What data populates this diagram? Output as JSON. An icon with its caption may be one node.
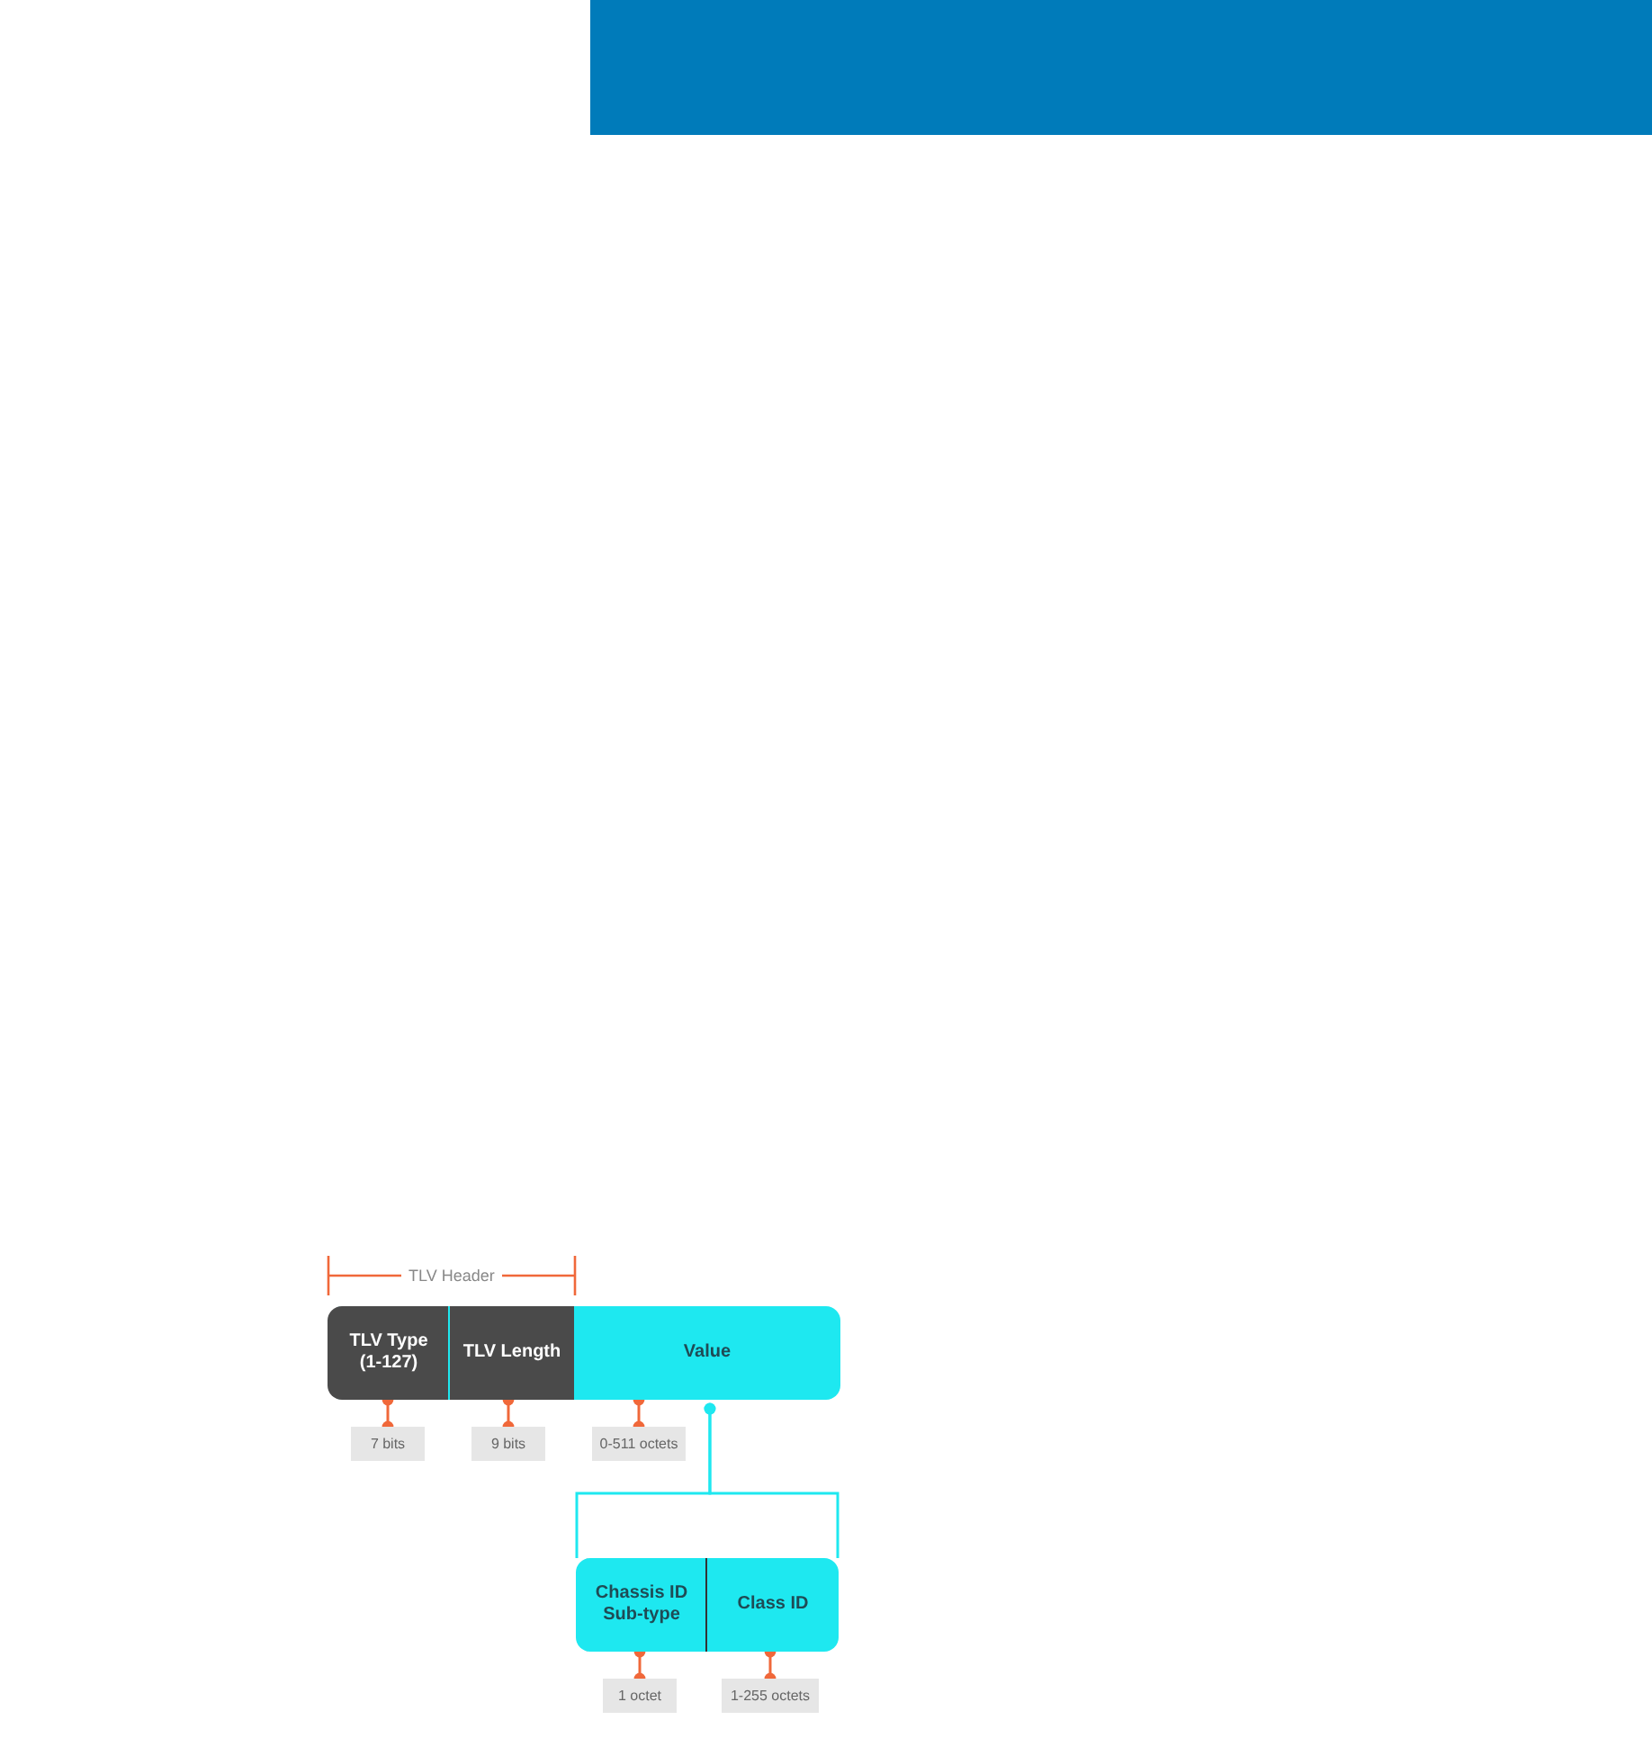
{
  "diagram": {
    "nodes": [
      {
        "text": [
          "TLV Type (1-127)"
        ]
      },
      {
        "text": [
          "TLV Length"
        ]
      },
      {
        "text": [
          "Value"
        ]
      },
      {
        "text": [
          "7 bits"
        ]
      },
      {
        "text": [
          "9 bits"
        ]
      },
      {
        "text": [
          "0-511 octets"
        ]
      },
      {
        "text": [
          "Chassis ID Sub-type"
        ]
      },
      {
        "text": [
          "Class ID"
        ]
      },
      {
        "text": [
          "1 octet"
        ]
      },
      {
        "text": [
          "1-255 octets"
        ]
      }
    ],
    "edges": [
      {
        "from": 3,
        "to": 0,
        "arrow": "other"
      },
      {
        "from": 4,
        "to": 1,
        "arrow": "other"
      },
      {
        "from": 5,
        "to": 2,
        "arrow": "other"
      },
      {
        "from": 2,
        "to": 6,
        "arrow": "other",
        "color": "#1ee8f0"
      },
      {
        "from": 2,
        "to": 7,
        "arrow": "other",
        "color": "#1ee8f0"
      },
      {
        "from": 8,
        "to": 6,
        "arrow": "other"
      },
      {
        "from": 9,
        "to": 7,
        "arrow": "other"
      }
    ],
    "labels": [
      "TLV Header"
    ]
  }
}
